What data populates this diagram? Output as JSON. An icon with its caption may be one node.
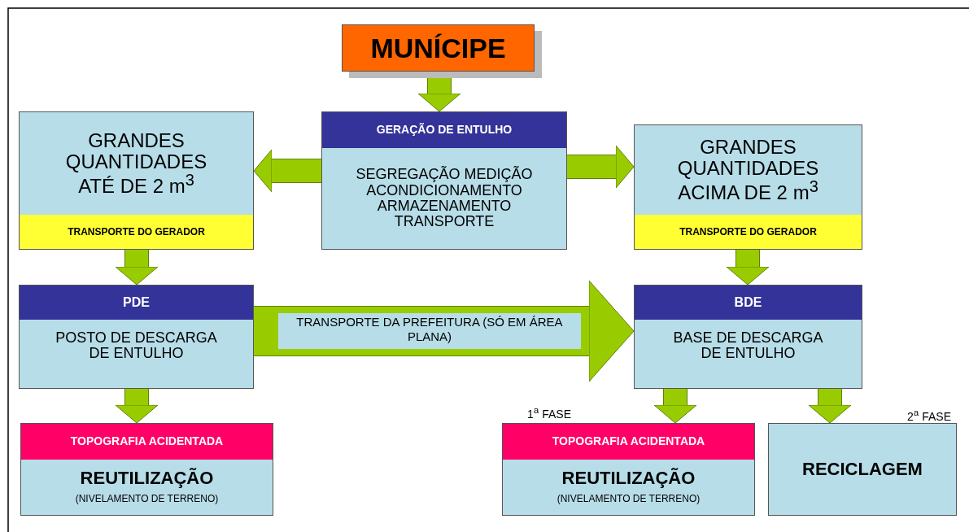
{
  "diagram": {
    "nodes": [
      {
        "text": [
          "MUNÍCIPE"
        ]
      },
      {
        "text": [
          "GERAÇÃO DE ENTULHO",
          "SEGREGAÇÃO MEDIÇÃO ACONDICIONAMENTO ARMAZENAMENTO TRANSPORTE"
        ]
      },
      {
        "text": [
          "GRANDES QUANTIDADES ATÉ DE 2 m$^{3}$",
          "TRANSPORTE DO GERADOR"
        ]
      },
      {
        "text": [
          "GRANDES QUANTIDADES ACIMA DE 2 m$^{3}$",
          "TRANSPORTE DO GERADOR"
        ]
      },
      {
        "text": [
          "PDE",
          "POSTO DE DESCARGA DE ENTULHO"
        ]
      },
      {
        "text": [
          "BDE",
          "BASE DE DESCARGA DE ENTULHO"
        ]
      },
      {
        "text": [
          "TOPOGRAFIA ACIDENTADA",
          "REUTILIZAÇÃO",
          "(NIVELAMENTO DE TERRENO)"
        ]
      },
      {
        "text": [
          "TOPOGRAFIA ACIDENTADA",
          "REUTILIZAÇÃO",
          "(NIVELAMENTO DE TERRENO)"
        ],
        "beside": [
          "1$^{a}$ FASE"
        ]
      },
      {
        "text": [
          "RECICLAGEM"
        ],
        "beside": [
          "2$^{a}$ FASE"
        ]
      }
    ],
    "edges": [
      {
        "from": 0,
        "to": 1,
        "arrow": "to"
      },
      {
        "from": 1,
        "to": 2,
        "arrow": "to"
      },
      {
        "from": 1,
        "to": 3,
        "arrow": "to"
      },
      {
        "from": 2,
        "to": 4,
        "arrow": "to"
      },
      {
        "from": 3,
        "to": 5,
        "arrow": "to"
      },
      {
        "from": 4,
        "to": 5,
        "arrow": "to",
        "style": "thick",
        "label": "TRANSPORTE DA PREFEITURA (SÓ EM ÁREA PLANA)"
      },
      {
        "from": 4,
        "to": 6,
        "arrow": "to"
      },
      {
        "from": 5,
        "to": 7,
        "arrow": "to"
      },
      {
        "from": 5,
        "to": 8,
        "arrow": "to"
      }
    ]
  }
}
